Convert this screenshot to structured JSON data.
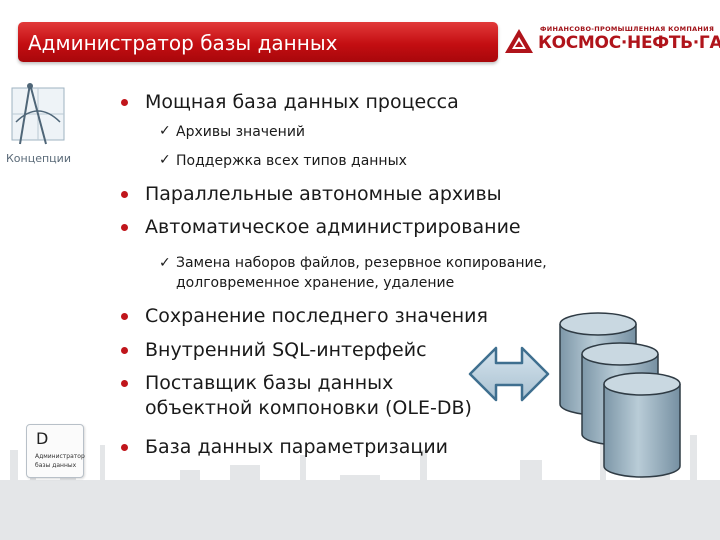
{
  "header": {
    "title": "Администратор базы данных",
    "accent_color": "#c40e12"
  },
  "logo": {
    "tagline": "ФИНАНСОВО-ПРОМЫШЛЕННАЯ КОМПАНИЯ",
    "name": "КОСМОС·НЕФТЬ·ГАЗ",
    "color": "#b0141b"
  },
  "sidebar": {
    "concept_label": "Концепции",
    "card_letter": "D",
    "card_caption": "Администратор базы данных"
  },
  "content": {
    "bullet_color": "#c0151b",
    "items": [
      {
        "text": "Мощная база данных процесса"
      },
      {
        "text": "Архивы значений"
      },
      {
        "text": "Поддержка всех типов данных"
      },
      {
        "text": "Параллельные автономные архивы"
      },
      {
        "text": "Автоматическое администрирование"
      },
      {
        "text": "Замена наборов файлов, резервное копирование, долговременное хранение, удаление"
      },
      {
        "text": "Сохранение последнего значения"
      },
      {
        "text": "Внутренний SQL-интерфейс"
      },
      {
        "text": "Поставщик базы данных объектной компоновки (OLE-DB)"
      },
      {
        "text": "База данных параметризации"
      }
    ]
  },
  "diagram": {
    "arrow_icon": "double-arrow-icon",
    "database_icon": "database-cylinder-icon",
    "cylinder_count": 3,
    "cylinder_color": "#9fb6c4"
  }
}
